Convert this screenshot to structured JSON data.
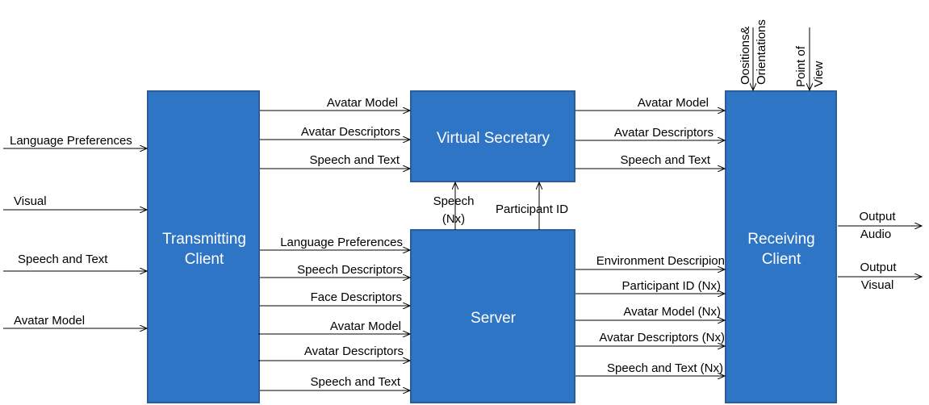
{
  "blocks": {
    "transmitting_client": [
      "Transmitting",
      "Client"
    ],
    "virtual_secretary": [
      "Virtual Secretary"
    ],
    "server": [
      "Server"
    ],
    "receiving_client": [
      "Receiving",
      "Client"
    ]
  },
  "inputs": {
    "language_preferences": "Language Preferences",
    "visual": "Visual",
    "speech_and_text": "Speech and Text",
    "avatar_model": "Avatar Model"
  },
  "tc_to_vs": {
    "avatar_model": "Avatar Model",
    "avatar_descriptors": "Avatar Descriptors",
    "speech_and_text": "Speech and Text"
  },
  "tc_to_server": {
    "language_preferences": "Language Preferences",
    "speech_descriptors": "Speech Descriptors",
    "face_descriptors": "Face Descriptors",
    "avatar_model": "Avatar Model",
    "avatar_descriptors": "Avatar Descriptors",
    "speech_and_text": "Speech and Text"
  },
  "server_to_vs": {
    "speech": [
      "Speech",
      "(Nx)"
    ],
    "participant_id": "Participant ID"
  },
  "vs_to_rc": {
    "avatar_model": "Avatar Model",
    "avatar_descriptors": "Avatar Descriptors",
    "speech_and_text": "Speech and Text"
  },
  "server_to_rc": {
    "environment_description": "Environment Descripion",
    "participant_id": "Participant ID (Nx)",
    "avatar_model": "Avatar Model (Nx)",
    "avatar_descriptors": "Avatar Descriptors (Nx)",
    "speech_and_text": "Speech and Text (Nx)"
  },
  "rc_inputs": {
    "positions_orientations": [
      "Oositions&",
      "Orientations"
    ],
    "point_of_view": [
      "Point of",
      "View"
    ]
  },
  "outputs": {
    "audio": [
      "Output",
      "Audio"
    ],
    "visual": [
      "Output",
      "Visual"
    ]
  }
}
